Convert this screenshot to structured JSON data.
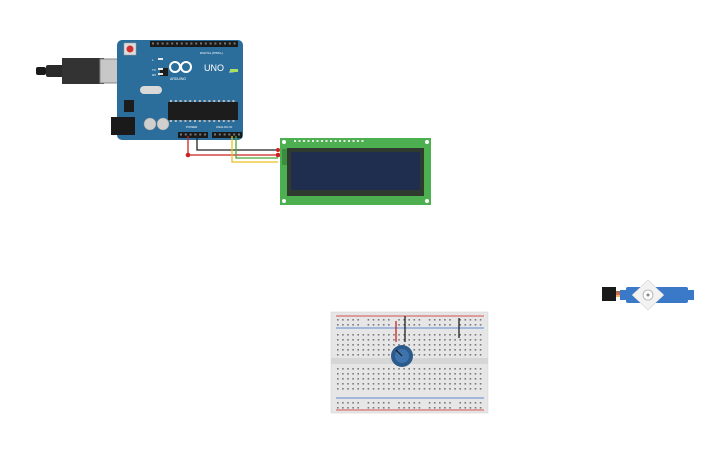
{
  "arduino": {
    "model_label": "UNO",
    "brand_label": "ARDUINO",
    "digital_label": "DIGITAL (PWM~)",
    "power_label": "POWER",
    "analog_label": "ANALOG IN",
    "tx_label": "TX",
    "rx_label": "RX",
    "l_label": "L",
    "on_label": "ON",
    "board_color": "#2c6e9b"
  },
  "lcd": {
    "pcb_color": "#4caf50",
    "screen_color": "#1f2d4f"
  },
  "wires": {
    "power_color": "#cc2222",
    "ground_color": "#222222",
    "sda_color": "#e8c020",
    "scl_color": "#44aa33"
  },
  "servo": {
    "body_color": "#3a78c8"
  },
  "breadboard": {
    "body_color": "#e6e6e6"
  },
  "potentiometer": {
    "knob_color": "#2c5a8a"
  }
}
